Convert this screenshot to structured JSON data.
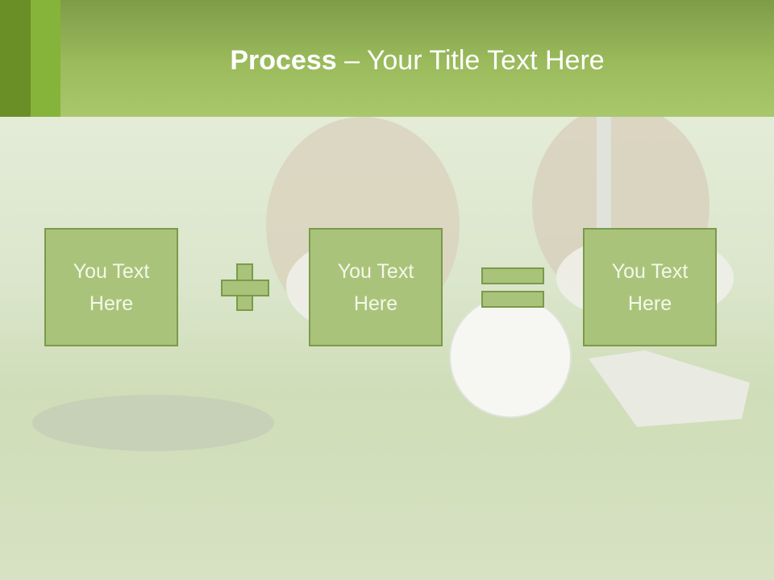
{
  "title": {
    "bold": "Process",
    "rest": " – Your Title Text Here"
  },
  "boxes": [
    {
      "label": "You Text Here"
    },
    {
      "label": "You Text Here"
    },
    {
      "label": "You Text Here"
    }
  ],
  "colors": {
    "header": "#9bbb5c",
    "stripe_dark": "#6a8f26",
    "stripe_light": "#86b33a",
    "box_fill": "#a9c47a",
    "box_border": "#7a9a4a"
  }
}
